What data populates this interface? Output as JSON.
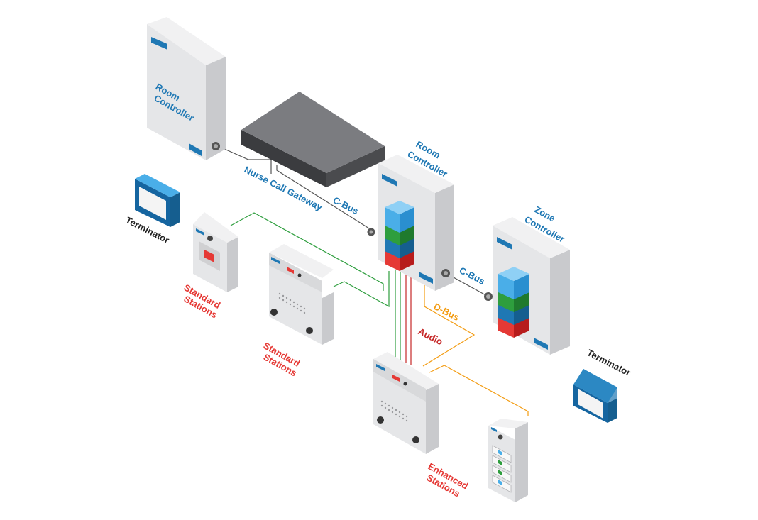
{
  "labels": {
    "room_controller_top": [
      "Room",
      "Controller"
    ],
    "room_controller_mid": [
      "Room",
      "Controller"
    ],
    "zone_controller": [
      "Zone",
      "Controller"
    ],
    "nurse_call_gateway": "Nurse Call Gateway",
    "cbus_1": "C-Bus",
    "cbus_2": "C-Bus",
    "dbus": "D-Bus",
    "audio": "Audio",
    "terminator_left": "Terminator",
    "terminator_right": "Terminator",
    "standard_stations_1": [
      "Standard",
      "Stations"
    ],
    "standard_stations_2": [
      "Standard",
      "Stations"
    ],
    "enhanced_stations": [
      "Enhanced",
      "Stations"
    ]
  },
  "colors": {
    "blue_label": "#1f78b4",
    "red_label": "#e53935",
    "audio_line": "#c62828",
    "dbus_line": "#f39c12",
    "green_line": "#2e9e3e",
    "cbus_line": "#555555",
    "gateway": "#5b5d61"
  }
}
